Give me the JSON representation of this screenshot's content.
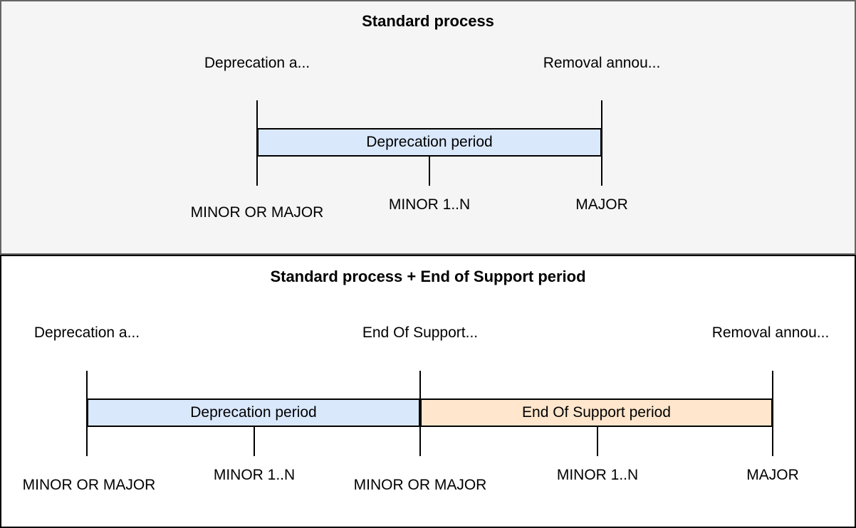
{
  "colors": {
    "top_panel_bg": "#f5f5f5",
    "top_panel_border": "#666666",
    "bottom_panel_bg": "#ffffff",
    "bottom_panel_border": "#000000",
    "deprecation_bar_fill": "#dae8fc",
    "end_of_support_bar_fill": "#ffe6cc",
    "line_color": "#000000"
  },
  "top": {
    "title": "Standard process",
    "milestones": [
      {
        "label": "Deprecation a..."
      },
      {
        "label": "Removal annou..."
      }
    ],
    "bars": [
      {
        "label": "Deprecation period"
      }
    ],
    "releases": [
      "MINOR OR MAJOR",
      "MINOR 1..N",
      "MAJOR"
    ]
  },
  "bottom": {
    "title": "Standard process + End of Support period",
    "milestones": [
      {
        "label": "Deprecation a..."
      },
      {
        "label": "End Of Support..."
      },
      {
        "label": "Removal annou..."
      }
    ],
    "bars": [
      {
        "label": "Deprecation period"
      },
      {
        "label": "End Of Support period"
      }
    ],
    "releases": [
      "MINOR OR MAJOR",
      "MINOR 1..N",
      "MINOR OR MAJOR",
      "MINOR 1..N",
      "MAJOR"
    ]
  }
}
